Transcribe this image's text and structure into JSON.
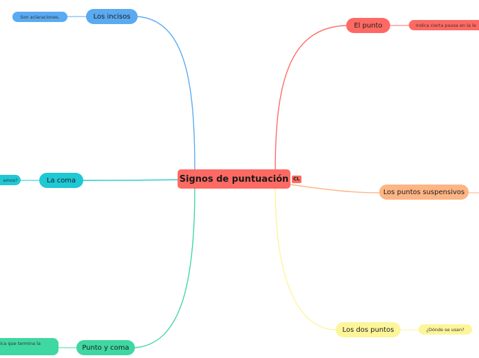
{
  "central": {
    "label": "Signos de puntuación",
    "tag": "CL",
    "color": "#fd6a63"
  },
  "topics": {
    "incisos": {
      "label": "Los incisos",
      "color": "#5aaaf1"
    },
    "punto": {
      "label": "El punto",
      "color": "#fd6a63"
    },
    "coma": {
      "label": "La coma",
      "color": "#1ec8d4"
    },
    "suspensivos": {
      "label": "Los puntos suspensivos",
      "color": "#fdb584"
    },
    "punto_coma": {
      "label": "Punto y coma",
      "color": "#3fd7a2"
    },
    "dos_puntos": {
      "label": "Los dos puntos",
      "color": "#fdf59a"
    }
  },
  "leaves": {
    "incisos": "Son aclaraciones.",
    "punto": "Indica cierta pausa en la le",
    "coma": "amos?",
    "punto_coma": "ica que termina la",
    "dos_puntos": "¿Dónde se usan?"
  }
}
